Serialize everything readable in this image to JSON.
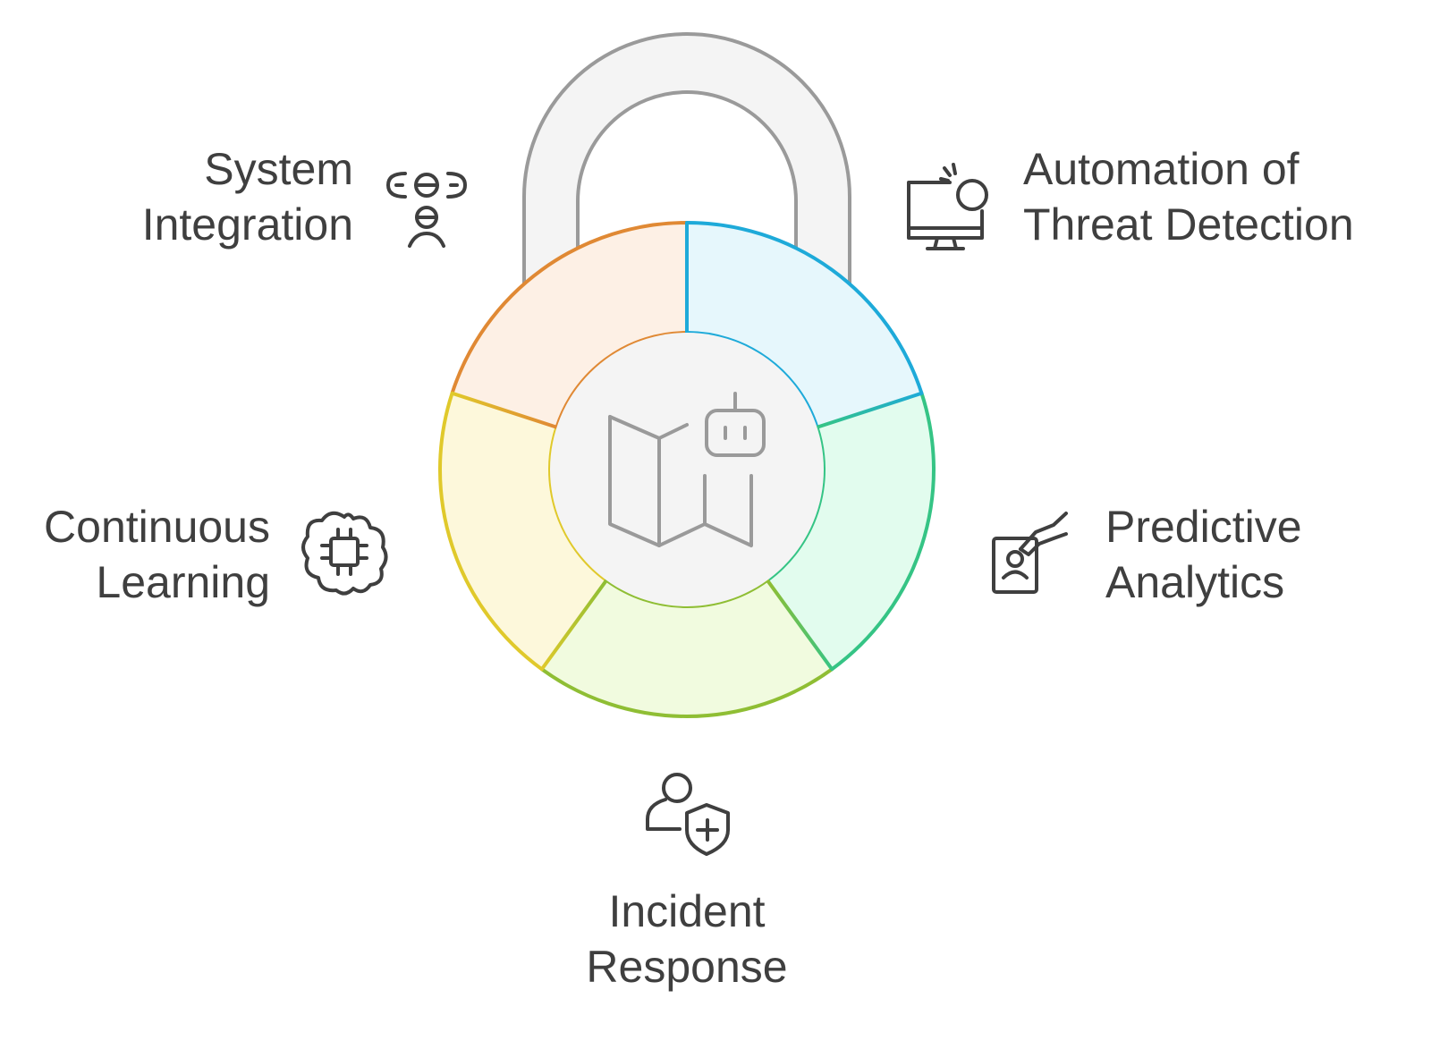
{
  "segments": [
    {
      "id": "automation",
      "lines": [
        "Automation of",
        "Threat Detection"
      ],
      "icon": "monitor-click-icon",
      "stroke": "#1eaad9",
      "fill": "#e6f7fc"
    },
    {
      "id": "predictive",
      "lines": [
        "Predictive",
        "Analytics"
      ],
      "icon": "badge-hand-icon",
      "stroke": "#35c485",
      "fill": "#e2fcee"
    },
    {
      "id": "incident",
      "lines": [
        "Incident",
        "Response"
      ],
      "icon": "user-shield-icon",
      "stroke": "#8fbe34",
      "fill": "#f1fbdf"
    },
    {
      "id": "learning",
      "lines": [
        "Continuous",
        "Learning"
      ],
      "icon": "brain-chip-icon",
      "stroke": "#e0c92b",
      "fill": "#fdf8db"
    },
    {
      "id": "integration",
      "lines": [
        "System",
        "Integration"
      ],
      "icon": "connected-people-icon",
      "stroke": "#e08934",
      "fill": "#fdf0e5"
    }
  ],
  "colors": {
    "icon": "#3f3f3f",
    "shackle_stroke": "#9a9a9a",
    "shackle_fill": "#f4f4f4",
    "center_fill": "#f4f4f4",
    "center_icon": "#9a9a9a"
  },
  "center_icon": "map-robot-icon"
}
